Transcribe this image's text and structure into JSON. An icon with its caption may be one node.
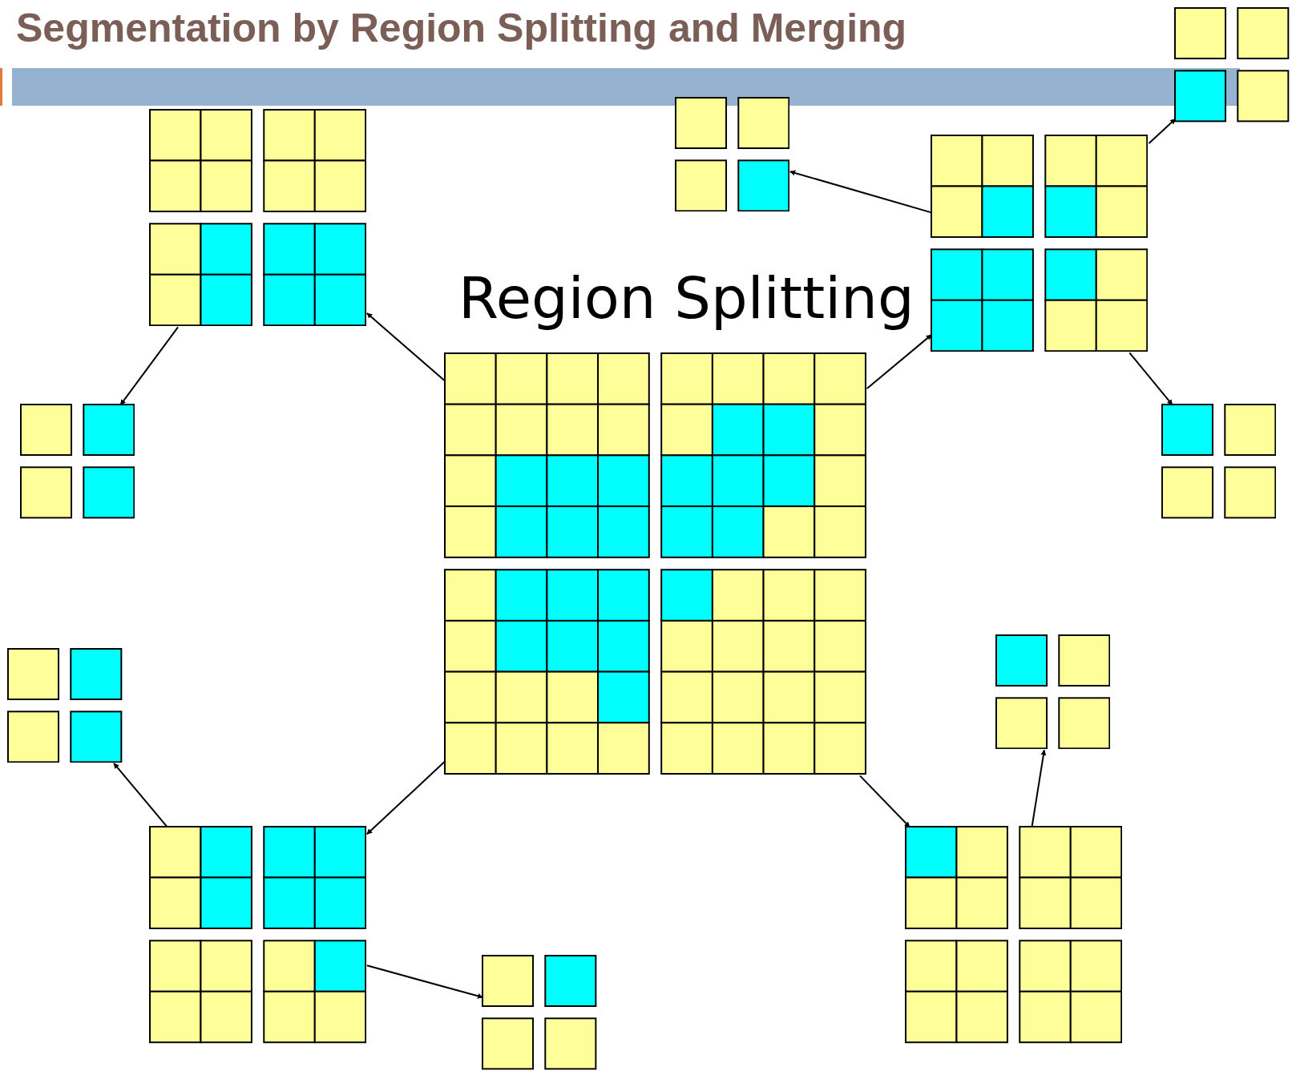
{
  "diagram": {
    "title": "Segmentation by Region Splitting and Merging",
    "nodes": [
      {
        "text": [],
        "shape": "grid"
      },
      {
        "text": [],
        "shape": "grid"
      },
      {
        "text": [],
        "shape": "grid"
      },
      {
        "text": [],
        "shape": "grid"
      },
      {
        "text": [],
        "shape": "grid"
      },
      {
        "text": [],
        "shape": "grid"
      },
      {
        "text": [],
        "shape": "grid"
      },
      {
        "text": [],
        "shape": "grid"
      },
      {
        "text": [],
        "shape": "grid"
      },
      {
        "text": [],
        "shape": "grid"
      },
      {
        "text": [],
        "shape": "grid"
      },
      {
        "text": [],
        "shape": "grid"
      }
    ],
    "edges": [
      {
        "from": 4,
        "to": 2,
        "arrow": "to"
      },
      {
        "from": 2,
        "to": 5,
        "arrow": "to"
      },
      {
        "from": 4,
        "to": 3,
        "arrow": "to"
      },
      {
        "from": 3,
        "to": 1,
        "arrow": "to"
      },
      {
        "from": 3,
        "to": 0,
        "arrow": "to"
      },
      {
        "from": 3,
        "to": 6,
        "arrow": "to"
      },
      {
        "from": 4,
        "to": 9,
        "arrow": "to"
      },
      {
        "from": 9,
        "to": 8,
        "arrow": "to"
      },
      {
        "from": 9,
        "to": 11,
        "arrow": "to"
      },
      {
        "from": 4,
        "to": 10,
        "arrow": "to"
      },
      {
        "from": 10,
        "to": 7,
        "arrow": "to"
      }
    ],
    "labels": [
      "Region Splitting"
    ]
  }
}
